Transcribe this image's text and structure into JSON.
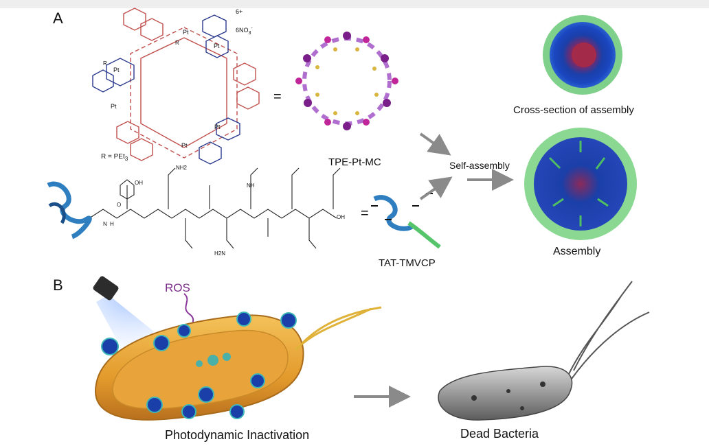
{
  "panel_a": {
    "label": "A",
    "charge": "6+",
    "counterion": "6NO",
    "counterion_sub": "3",
    "counterion_sup": "-",
    "r_def": "R = PEt",
    "r_def_sub": "3",
    "pt_label": "Pt",
    "r_label": "R",
    "equals": "=",
    "metallacycle_name": "TPE-Pt-MC",
    "peptide_name": "TAT-TMVCP",
    "self_assembly": "Self-assembly",
    "cross_section": "Cross-section of assembly",
    "assembly": "Assembly",
    "peptide_groups": [
      "OH",
      "NH2",
      "H2N",
      "NH",
      "N",
      "H",
      "O",
      "OH"
    ]
  },
  "panel_b": {
    "label": "B",
    "ros": "ROS",
    "photodynamic": "Photodynamic Inactivation",
    "dead_bacteria": "Dead Bacteria"
  },
  "colors": {
    "red_struct": "#c0504d",
    "blue_struct": "#2b3a8f",
    "purple": "#7a1f8a",
    "magenta": "#c0269a",
    "gold": "#c9a227",
    "assembly_blue": "#1b3fa8",
    "assembly_green": "#55c46a",
    "bacteria_orange": "#e8a43a",
    "arrow_gray": "#8a8a8a"
  }
}
